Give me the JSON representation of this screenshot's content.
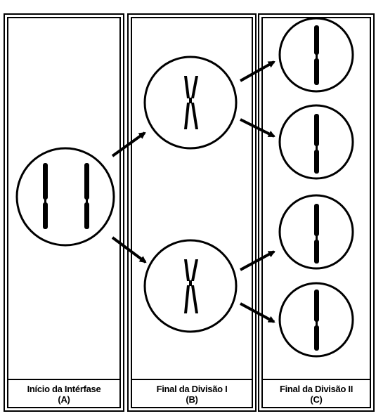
{
  "panels": [
    {
      "title": "Início da Intérfase",
      "letter": "(A)"
    },
    {
      "title": "Final da Divisão I",
      "letter": "(B)"
    },
    {
      "title": "Final da Divisão II",
      "letter": "(C)"
    }
  ],
  "colors": {
    "stroke": "#000000",
    "background": "#ffffff"
  }
}
